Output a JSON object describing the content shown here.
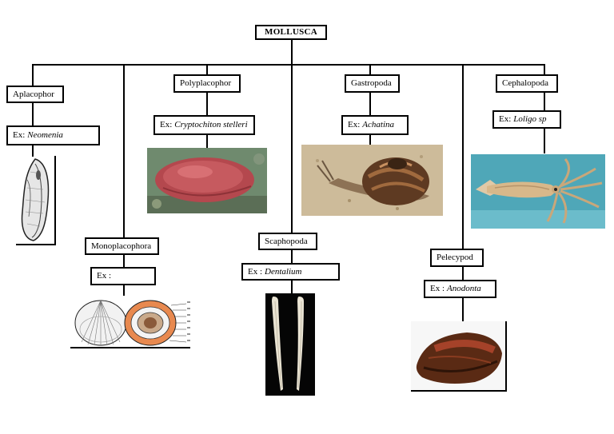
{
  "root": {
    "label": "MOLLUSCA"
  },
  "classes": [
    {
      "id": "aplacophor",
      "name": "Aplacophor",
      "example_prefix": "Ex:",
      "example_species": "Neomenia",
      "image_icon": "neomenia-drawing"
    },
    {
      "id": "monoplacophora",
      "name": "Monoplacophora",
      "example_prefix": "Ex :",
      "example_species": "",
      "image_icon": "monoplacophora-shell-drawing"
    },
    {
      "id": "polyplacophor",
      "name": "Polyplacophor",
      "example_prefix": "Ex:",
      "example_species": "Cryptochiton stelleri",
      "image_icon": "chiton-photo"
    },
    {
      "id": "scaphopoda",
      "name": "Scaphopoda",
      "example_prefix": "Ex :",
      "example_species": "Dentalium",
      "image_icon": "tusk-shell-photo"
    },
    {
      "id": "gastropoda",
      "name": "Gastropoda",
      "example_prefix": "Ex:",
      "example_species": "Achatina",
      "image_icon": "snail-photo"
    },
    {
      "id": "pelecypod",
      "name": "Pelecypod",
      "example_prefix": "Ex :",
      "example_species": "Anodonta",
      "image_icon": "mussel-photo"
    },
    {
      "id": "cephalopoda",
      "name": "Cephalopoda",
      "example_prefix": "Ex:",
      "example_species": "Loligo sp",
      "image_icon": "squid-photo"
    }
  ],
  "colors": {
    "line": "#000000",
    "chiton": "#b4484e",
    "snail_shell": "#5e3a22",
    "squid_bg": "#4fa7b8",
    "mussel": "#5a2a14"
  }
}
